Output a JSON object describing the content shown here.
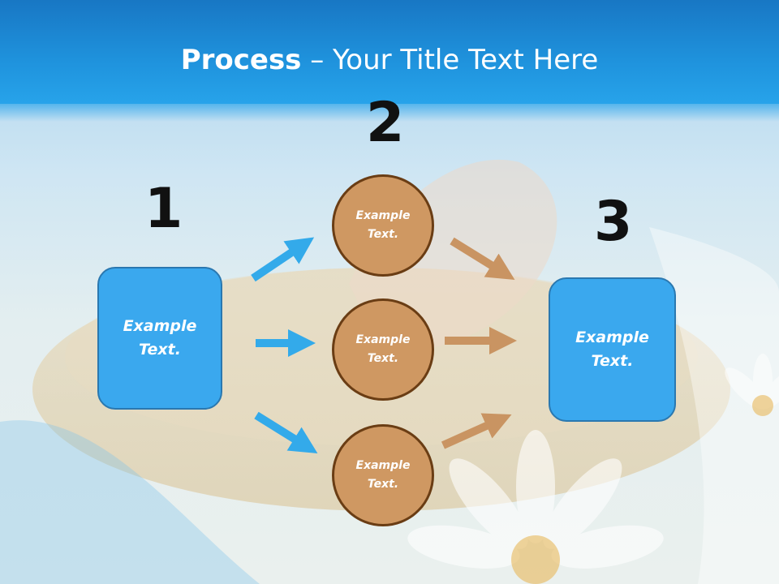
{
  "slide": {
    "title_bold": "Process",
    "title_rest": " – Your Title Text Here"
  },
  "steps": {
    "n1": "1",
    "n2": "2",
    "n3": "3"
  },
  "boxes": {
    "left": "Example\nText.",
    "right": "Example\nText."
  },
  "circles": {
    "top": "Example\nText.",
    "middle": "Example\nText.",
    "bottom": "Example\nText."
  },
  "colors": {
    "header": "#1f93dd",
    "box_fill": "#3aa8ee",
    "circle_fill": "#cf9862",
    "circle_border": "#6a3d14",
    "arrow_blue": "#33aaea",
    "arrow_brown": "#c99462"
  }
}
